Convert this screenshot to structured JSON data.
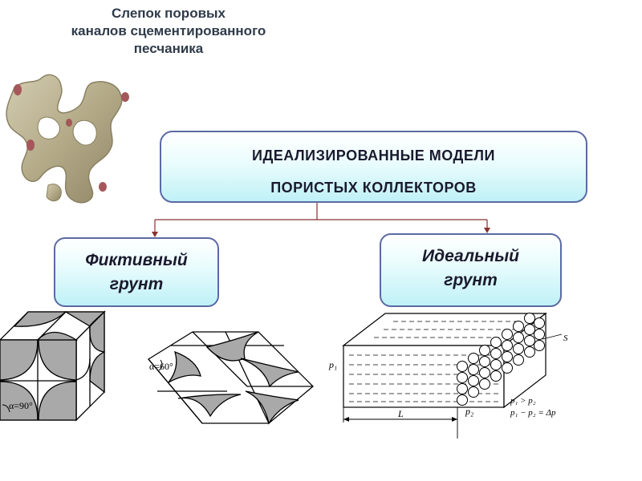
{
  "caption": {
    "lines": [
      "Слепок поровых",
      "каналов сцементированного",
      "песчаника"
    ]
  },
  "main_box": {
    "line1": "ИДЕАЛИЗИРОВАННЫЕ МОДЕЛИ",
    "line2": "ПОРИСТЫХ КОЛЛЕКТОРОВ"
  },
  "left_box": {
    "line1": "Фиктивный",
    "line2": "грунт"
  },
  "right_box": {
    "line1": "Идеальный",
    "line2": "грунт"
  },
  "figure_cubic": {
    "angle_label": "α=90°"
  },
  "figure_rhombic": {
    "angle_label": "α=60°"
  },
  "figure_tubes": {
    "label_p1": "p₁",
    "label_p2": "p₂",
    "label_S": "S",
    "label_L": "L",
    "eq1": "p₁ > p₂",
    "eq2": "p₁ − p₂ = Δp"
  },
  "colors": {
    "box_border": "#5b6aa3",
    "box_fill_bottom": "#bff1f7",
    "arrow": "#8a3030",
    "pore_fill": "#a9a9a9",
    "rock": "#b6ae8e",
    "rock_end": "#a5575a"
  }
}
